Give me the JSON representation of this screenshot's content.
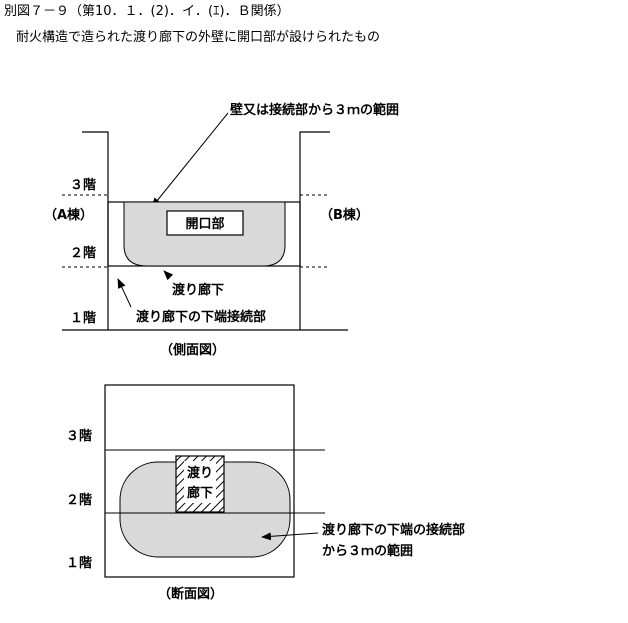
{
  "header": {
    "title": "別図７－９（第10．１．(2)．イ．(ｴ)．Ｂ関係）",
    "subtitle": "耐火構造で造られた渡り廊下の外壁に開口部が設けられたもの"
  },
  "side_view": {
    "label_range": "壁又は接続部から３ｍの範囲",
    "floor_3": "３階",
    "floor_2": "２階",
    "floor_1": "１階",
    "bldg_a": "（A棟）",
    "bldg_b": "（B棟）",
    "opening": "開口部",
    "corridor": "渡り廊下",
    "lower_conn": "渡り廊下の下端接続部",
    "caption": "（側面図）"
  },
  "section_view": {
    "floor_3": "３階",
    "floor_2": "２階",
    "floor_1": "１階",
    "corridor_line1": "渡り",
    "corridor_line2": "廊下",
    "range_line1": "渡り廊下の下端の接続部",
    "range_line2": "から３ｍの範囲",
    "caption": "（断面図）"
  },
  "colors": {
    "shade": "#d9d9d9",
    "line": "#000000"
  }
}
